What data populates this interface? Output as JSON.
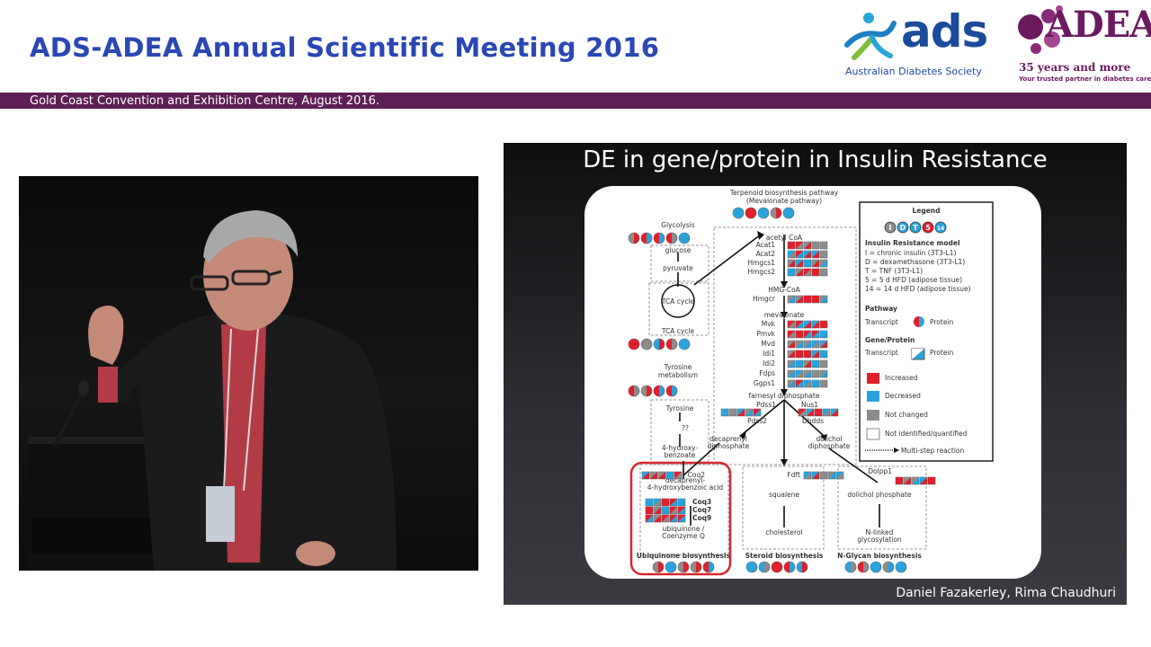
{
  "header": {
    "title": "ADS-ADEA Annual Scientific Meeting 2016",
    "subtitle": "Gold Coast Convention and Exhibition Centre, August 2016."
  },
  "logos": {
    "ads": {
      "word": "ads",
      "tagline": "Australian Diabetes Society"
    },
    "adea": {
      "word": "ADEA",
      "years": "35 years and more",
      "tagline": "Your trusted partner in diabetes care"
    }
  },
  "slide": {
    "title": "DE in gene/protein in Insulin Resistance",
    "credit": "Daniel Fazakerley, Rima Chaudhuri",
    "figure": {
      "terpenoid_title": "Terpenoid biosynthesis pathway",
      "terpenoid_subtitle": "(Mevalonate pathway)",
      "glycolysis": "Glycolysis",
      "glucose": "glucose",
      "pyruvate": "pyruvate",
      "tca_cycle_inner": "TCA cycle",
      "tca_cycle": "TCA cycle",
      "tyrosine_metabolism_1": "Tyrosine",
      "tyrosine_metabolism_2": "metabolism",
      "tyrosine": "Tyrosine",
      "unknown": "??",
      "hydroxybenzoate_1": "4-hydroxy-",
      "hydroxybenzoate_2": "benzoate",
      "acetyl_coa": "acetyl CoA",
      "genes_upper": [
        "Acat1",
        "Acat2",
        "Hmgcs1",
        "Hmgcs2"
      ],
      "hmg_coa": "HMG-CoA",
      "hmgcr": "Hmgcr",
      "mevalonate": "mevalonate",
      "genes_mid": [
        "Mvk",
        "Pmvk",
        "Mvd",
        "Idi1",
        "Idi2",
        "Fdps",
        "Ggps1"
      ],
      "farnesyl": "farnesyl diphosphate",
      "pdss1": "Pdss1",
      "pdss2": "Pdss2",
      "nus1": "Nus1",
      "dhdds": "Dhdds",
      "decaprenyl_1": "decaprenyl",
      "decaprenyl_2": "diphosphate",
      "dolichol_1": "dolichol",
      "dolichol_2": "diphosphate",
      "coq2": "Coq2",
      "decaprenyl_hb_1": "decaprenyl-",
      "decaprenyl_hb_2": "4-hydroxybenzoic acid",
      "coq_genes": [
        "Coq3",
        "Coq7",
        "Coq9"
      ],
      "ubiquinone_1": "ubiquinone /",
      "ubiquinone_2": "Coenzyme Q",
      "ubiquinone_biosynthesis": "Ubiquinone biosynthesis",
      "fdft": "Fdft",
      "squalene": "squalene",
      "cholesterol": "cholesterol",
      "steroid_biosynthesis": "Steroid biosynthesis",
      "dolpp1": "Dolpp1",
      "dolichol_phosphate": "dolichol phosphate",
      "n_linked_1": "N-linked",
      "n_linked_2": "glycosylation",
      "nglycan_biosynthesis": "N-Glycan biosynthesis",
      "legend": {
        "title": "Legend",
        "badge_letters": [
          "I",
          "D",
          "T",
          "5",
          "14"
        ],
        "model_title": "Insulin Resistance model",
        "models": [
          "I = chronic insulin (3T3-L1)",
          "D = dexamethasone (3T3-L1)",
          "T = TNF (3T3-L1)",
          "5 = 5 d HFD (adipose tissue)",
          "14 = 14 d HFD (adipose tissue)"
        ],
        "pathway_title": "Pathway",
        "transcript": "Transcript",
        "protein": "Protein",
        "gene_protein_title": "Gene/Protein",
        "increased": "Increased",
        "decreased": "Decreased",
        "not_changed": "Not changed",
        "not_identified": "Not identified/quantified",
        "multistep": "Multi-step reaction"
      },
      "colors": {
        "increased": "#e0202c",
        "decreased": "#2aa3dc",
        "not_changed": "#8c8c8c",
        "not_identified": "#ffffff",
        "highlight": "#d9262e"
      }
    }
  }
}
